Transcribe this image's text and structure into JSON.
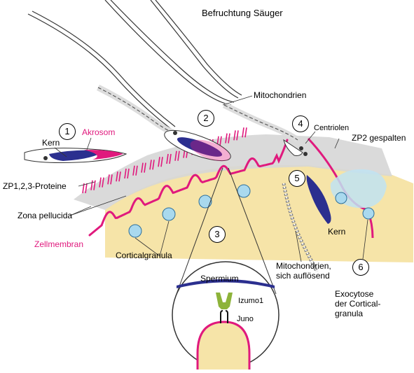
{
  "title": "Befruchtung Säuger",
  "colors": {
    "membrane": "#e0197d",
    "acrosome_pink": "#e0197d",
    "nucleus_blue": "#2b2f8f",
    "cytoplasm": "#f6e4a8",
    "zona_gray": "#d6d6d6",
    "cortical_granule": "#a9d9ee",
    "izumo_green": "#8db33a"
  },
  "labels": {
    "kern_top": "Kern",
    "akrosom": "Akrosom",
    "mitochondrien": "Mitochondrien",
    "centriolen": "Centriolen",
    "zp2": "ZP2 gespalten",
    "zp_proteine": "ZP1,2,3-Proteine",
    "zona": "Zona pellucida",
    "zellmembran": "Zellmembran",
    "corticalgranula": "Corticalgranula",
    "kern_right": "Kern",
    "mito_line1": "Mitochondrien,",
    "mito_line2": "sich auflösend",
    "exo_line1": "Exocytose",
    "exo_line2": "der Cortical-",
    "exo_line3": "granula",
    "spermium": "Spermium",
    "izumo": "Izumo1",
    "juno": "Juno"
  },
  "steps": [
    "1",
    "2",
    "3",
    "4",
    "5",
    "6"
  ]
}
